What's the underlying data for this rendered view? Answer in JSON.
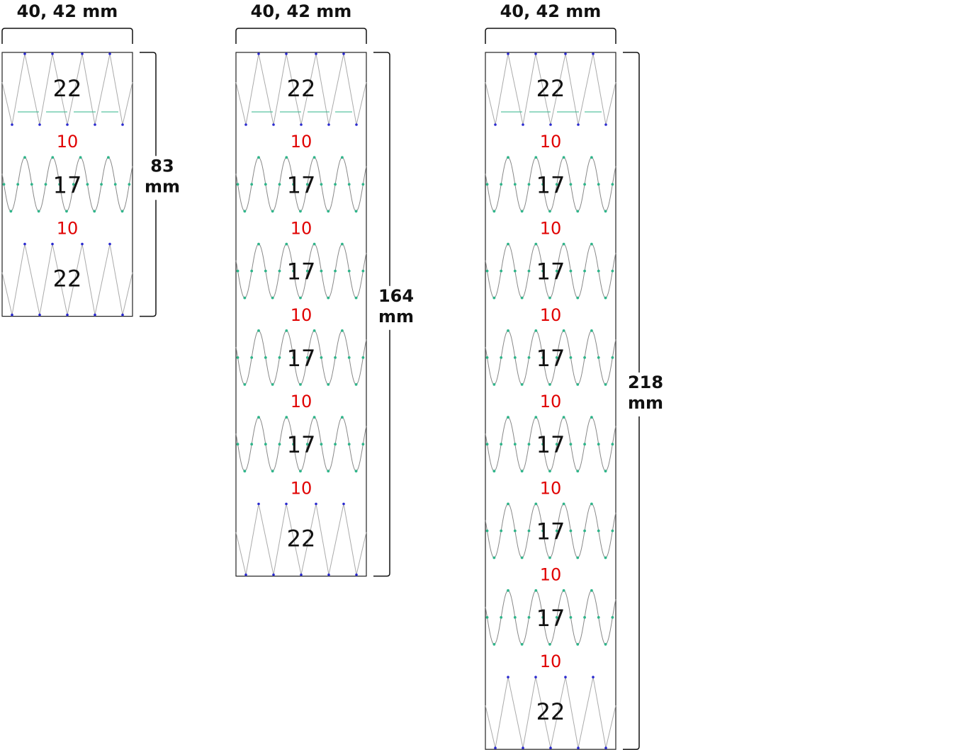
{
  "colors": {
    "gap_label": "#e00000",
    "marker_blue": "#2a2ad0",
    "marker_green": "#2fb58a",
    "wave": "#aaaaaa"
  },
  "columns": [
    {
      "width_label": "40, 42 mm",
      "height_value": "83",
      "height_unit": "mm",
      "segments": [
        "22",
        "10",
        "17",
        "10",
        "22"
      ]
    },
    {
      "width_label": "40, 42 mm",
      "height_value": "164",
      "height_unit": "mm",
      "segments": [
        "22",
        "10",
        "17",
        "10",
        "17",
        "10",
        "17",
        "10",
        "17",
        "10",
        "22"
      ]
    },
    {
      "width_label": "40, 42 mm",
      "height_value": "218",
      "height_unit": "mm",
      "segments": [
        "22",
        "10",
        "17",
        "10",
        "17",
        "10",
        "17",
        "10",
        "17",
        "10",
        "17",
        "10",
        "17",
        "10",
        "22"
      ]
    }
  ]
}
